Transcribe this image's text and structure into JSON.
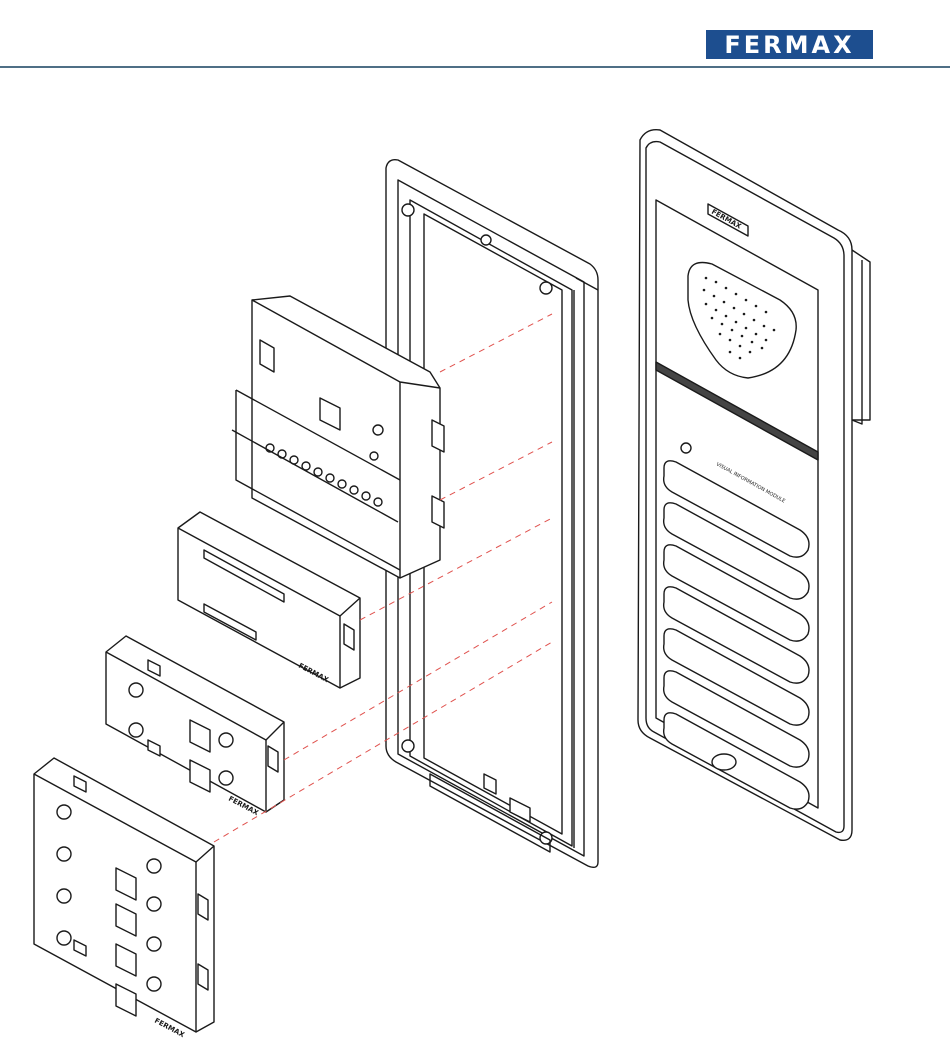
{
  "header": {
    "brand": "FERMAX",
    "brand_bg": "#1d4e8f",
    "rule_color": "#4f6f86"
  },
  "labels": {
    "panel_brand": "FERMAX",
    "module_caption": "VISUAL INFORMATION MODULE",
    "module_brand": "FERMAX",
    "pushbutton_brand_a": "FERMAX",
    "pushbutton_brand_b": "FERMAX"
  },
  "colors": {
    "line": "#1a1a1a",
    "panel_fill": "#ffffff",
    "dashed_guide": "#e0524e"
  }
}
